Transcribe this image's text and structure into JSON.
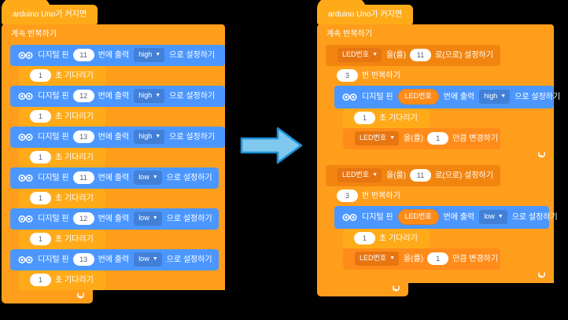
{
  "colors": {
    "hat": "#FFAB19",
    "loop": "#FF9E1B",
    "output_block": "#4C97FF",
    "wait_block": "#FFAB19",
    "variable_block": "#FF8C1A",
    "arrow_fill": "#7FC8EE",
    "arrow_stroke": "#1C8FD6",
    "background": "#000000"
  },
  "arrow": {
    "icon": "right-arrow-icon",
    "label": ""
  },
  "left_script": {
    "hat_label": "arduino Uno가 커지면",
    "loop_label": "계속 반복하기",
    "blocks": [
      {
        "type": "digital-write",
        "prefix": "디지털 핀",
        "pin": "11",
        "mid": "번에 출력",
        "value": "high",
        "suffix": "으로 설정하기"
      },
      {
        "type": "wait",
        "value": "1",
        "label": "초 기다리기"
      },
      {
        "type": "digital-write",
        "prefix": "디지털 핀",
        "pin": "12",
        "mid": "번에 출력",
        "value": "high",
        "suffix": "으로 설정하기"
      },
      {
        "type": "wait",
        "value": "1",
        "label": "초 기다리기"
      },
      {
        "type": "digital-write",
        "prefix": "디지털 핀",
        "pin": "13",
        "mid": "번에 출력",
        "value": "high",
        "suffix": "으로 설정하기"
      },
      {
        "type": "wait",
        "value": "1",
        "label": "초 기다리기"
      },
      {
        "type": "digital-write",
        "prefix": "디지털 핀",
        "pin": "11",
        "mid": "번에 출력",
        "value": "low",
        "suffix": "으로 설정하기"
      },
      {
        "type": "wait",
        "value": "1",
        "label": "초 기다리기"
      },
      {
        "type": "digital-write",
        "prefix": "디지털 핀",
        "pin": "12",
        "mid": "번에 출력",
        "value": "low",
        "suffix": "으로 설정하기"
      },
      {
        "type": "wait",
        "value": "1",
        "label": "초 기다리기"
      },
      {
        "type": "digital-write",
        "prefix": "디지털 핀",
        "pin": "13",
        "mid": "번에 출력",
        "value": "low",
        "suffix": "으로 설정하기"
      },
      {
        "type": "wait",
        "value": "1",
        "label": "초 기다리기"
      }
    ]
  },
  "right_script": {
    "hat_label": "arduino Uno가 커지면",
    "loop_label": "계속 반복하기",
    "variable_name": "LED번호",
    "groups": [
      {
        "set": {
          "var": "LED번호",
          "particle": "을(를)",
          "value": "11",
          "suffix": "로(으로) 설정하기"
        },
        "repeat": {
          "count": "3",
          "label": "번 반복하기"
        },
        "write": {
          "prefix": "디지털 핀",
          "pin_var": "LED번호",
          "mid": "번에 출력",
          "value": "high",
          "suffix": "으로 설정하기"
        },
        "wait": {
          "value": "1",
          "label": "초 기다리기"
        },
        "change": {
          "var": "LED번호",
          "particle": "을(를)",
          "value": "1",
          "suffix": "만큼 변경하기"
        }
      },
      {
        "set": {
          "var": "LED번호",
          "particle": "을(를)",
          "value": "11",
          "suffix": "로(으로) 설정하기"
        },
        "repeat": {
          "count": "3",
          "label": "번 반복하기"
        },
        "write": {
          "prefix": "디지털 핀",
          "pin_var": "LED번호",
          "mid": "번에 출력",
          "value": "low",
          "suffix": "으로 설정하기"
        },
        "wait": {
          "value": "1",
          "label": "초 기다리기"
        },
        "change": {
          "var": "LED번호",
          "particle": "을(를)",
          "value": "1",
          "suffix": "만큼 변경하기"
        }
      }
    ],
    "loop_arrow": "↺"
  }
}
